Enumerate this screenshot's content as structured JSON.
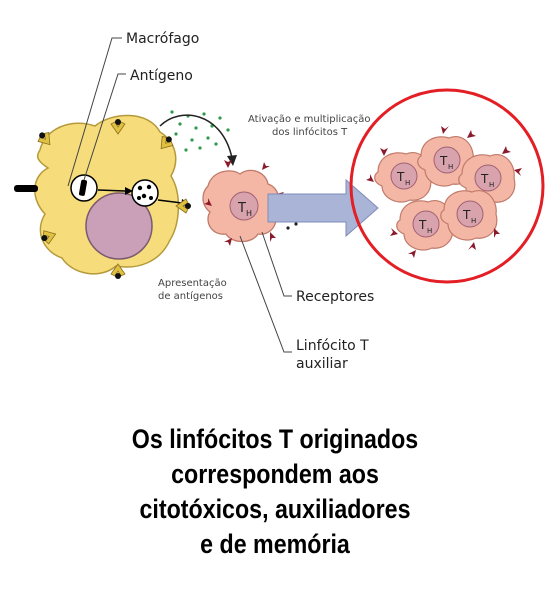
{
  "labels": {
    "macrophage": "Macrófago",
    "antigen": "Antígeno",
    "activation_line1": "Ativação e multiplicação",
    "activation_line2": "dos linfócitos T",
    "presentation_line1": "Apresentação",
    "presentation_line2": "de antígenos",
    "receptors": "Receptores",
    "helper_line1": "Linfócito T",
    "helper_line2": "auxiliar",
    "th": "T",
    "th_sub": "H"
  },
  "caption": {
    "line1": "Os linfócitos T originados",
    "line2": "correspondem aos",
    "line3": "citotóxicos, auxiliadores",
    "line4": "e de memória"
  },
  "colors": {
    "macrophage_fill": "#f6dc7a",
    "nucleus_fill": "#c9a0b8",
    "cell_fill": "#f4b7a6",
    "th_nucleus_fill": "#d9a3ae",
    "receptor": "#8b1a2b",
    "arrow_fill": "#a9b4d6",
    "circle_stroke": "#e31e24",
    "dots": "#2e9a4a"
  }
}
